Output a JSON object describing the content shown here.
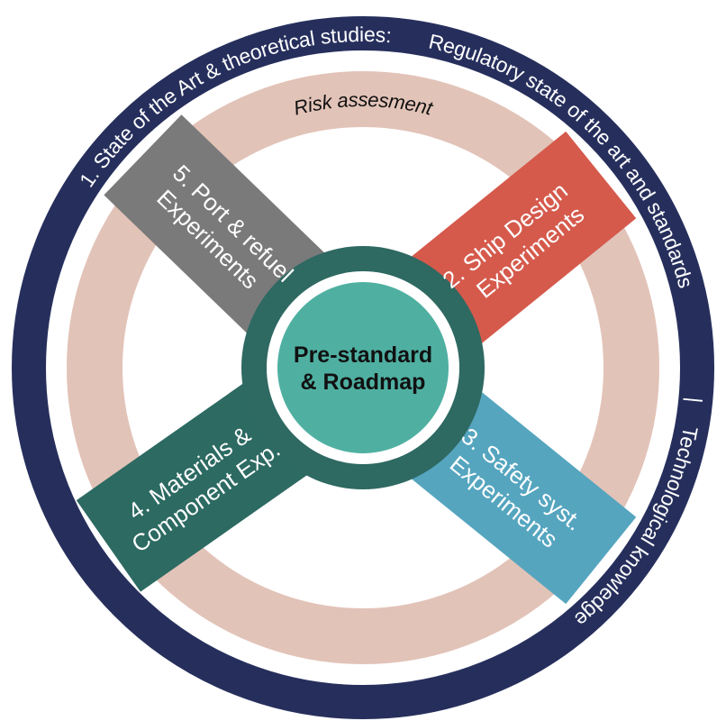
{
  "outer_ring": {
    "part1": "1. State of the Art & theoretical studies:",
    "part2": "Regulatory state of the art and standards",
    "separator": "|",
    "part3": "Technological knowledge"
  },
  "risk_ring": {
    "label": "Risk assesment"
  },
  "spokes": [
    {
      "line1": "2. Ship Design",
      "line2": "Experiments",
      "color": "#d55a4c"
    },
    {
      "line1": "3. Safety syst.",
      "line2": "Experiments",
      "color": "#55a5bf"
    },
    {
      "line1": "4. Materials &",
      "line2": "Component Exp.",
      "color": "#2c6a62"
    },
    {
      "line1": "5. Port & refuel",
      "line2": "Experiments",
      "color": "#7a7a7a"
    }
  ],
  "center": {
    "line1": "Pre-standard",
    "line2": "& Roadmap"
  },
  "colors": {
    "navy": "#262f5c",
    "pink": "#e2c3b8",
    "hub": "#2e6962",
    "core": "#4fb0a2"
  }
}
